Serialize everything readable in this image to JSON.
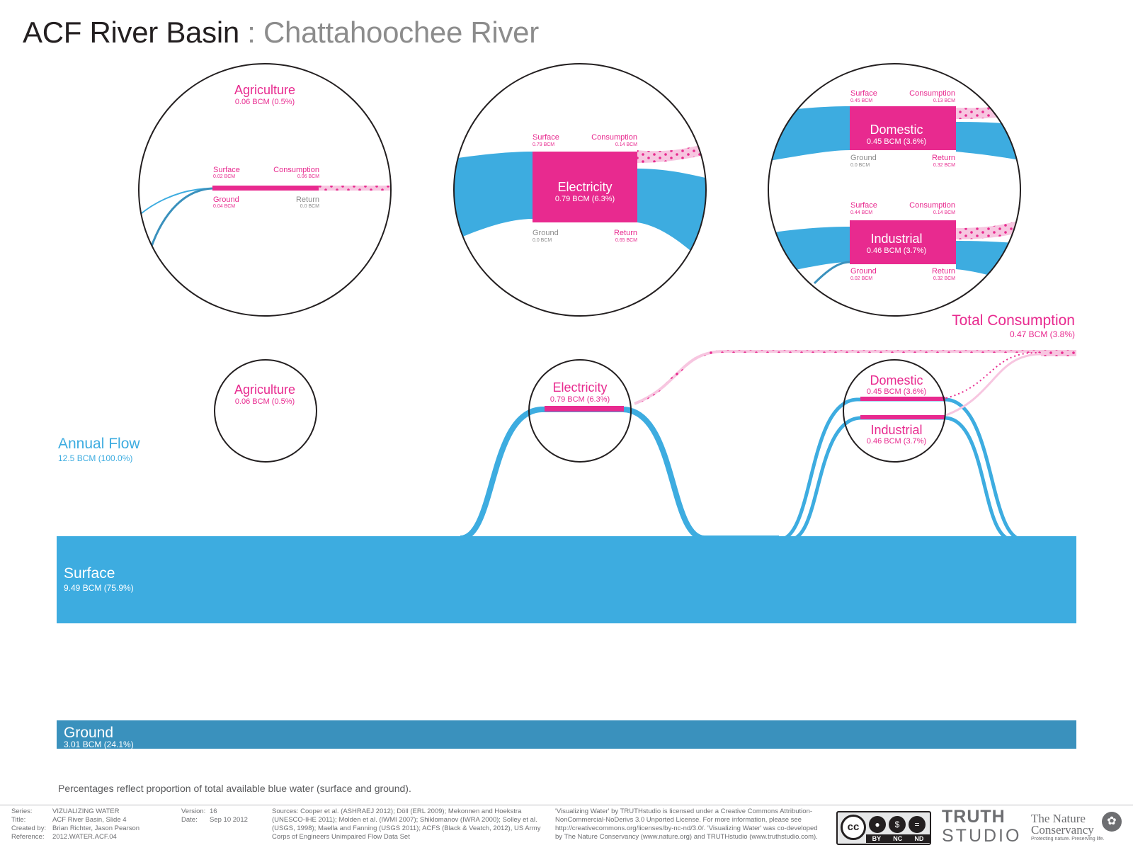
{
  "title": {
    "main": "ACF River Basin",
    "separator": " : ",
    "sub": "Chattahoochee River"
  },
  "colors": {
    "surface": "#3dace0",
    "ground": "#3a91bd",
    "use_pink": "#e82a8f",
    "light_pink": "#f7c6e0",
    "label_gray": "#8c8c8c",
    "circle_stroke": "#231f20"
  },
  "annual_flow": {
    "label": "Annual Flow",
    "value": "12.5 BCM (100.0%)"
  },
  "surface": {
    "label": "Surface",
    "value": "9.49 BCM (75.9%)"
  },
  "ground": {
    "label": "Ground",
    "value": "3.01 BCM (24.1%)"
  },
  "total_consumption": {
    "label": "Total Consumption",
    "value": "0.47 BCM (3.8%)"
  },
  "small_circles": {
    "agriculture": {
      "label": "Agriculture",
      "value": "0.06 BCM (0.5%)"
    },
    "electricity": {
      "label": "Electricity",
      "value": "0.79 BCM (6.3%)"
    },
    "domestic": {
      "label": "Domestic",
      "value": "0.45 BCM (3.6%)"
    },
    "industrial": {
      "label": "Industrial",
      "value": "0.46 BCM (3.7%)"
    }
  },
  "detail": {
    "agriculture": {
      "label": "Agriculture",
      "value": "0.06 BCM (0.5%)",
      "surface": {
        "label": "Surface",
        "value": "0.02 BCM"
      },
      "ground": {
        "label": "Ground",
        "value": "0.04 BCM"
      },
      "consumption": {
        "label": "Consumption",
        "value": "0.06 BCM"
      },
      "return": {
        "label": "Return",
        "value": "0.0 BCM"
      }
    },
    "electricity": {
      "label": "Electricity",
      "value": "0.79 BCM (6.3%)",
      "surface": {
        "label": "Surface",
        "value": "0.79 BCM"
      },
      "ground": {
        "label": "Ground",
        "value": "0.0 BCM"
      },
      "consumption": {
        "label": "Consumption",
        "value": "0.14 BCM"
      },
      "return": {
        "label": "Return",
        "value": "0.65 BCM"
      }
    },
    "domestic": {
      "label": "Domestic",
      "value": "0.45 BCM (3.6%)",
      "surface": {
        "label": "Surface",
        "value": "0.45 BCM"
      },
      "ground": {
        "label": "Ground",
        "value": "0.0 BCM"
      },
      "consumption": {
        "label": "Consumption",
        "value": "0.13 BCM"
      },
      "return": {
        "label": "Return",
        "value": "0.32 BCM"
      }
    },
    "industrial": {
      "label": "Industrial",
      "value": "0.46 BCM (3.7%)",
      "surface": {
        "label": "Surface",
        "value": "0.44 BCM"
      },
      "ground": {
        "label": "Ground",
        "value": "0.02 BCM"
      },
      "consumption": {
        "label": "Consumption",
        "value": "0.14 BCM"
      },
      "return": {
        "label": "Return",
        "value": "0.32 BCM"
      }
    }
  },
  "footnote": "Percentages reflect proportion of total available blue water (surface and ground).",
  "footer": {
    "series": {
      "label": "Series:",
      "value": "VIZUALIZING WATER"
    },
    "title": {
      "label": "Title:",
      "value": "ACF River Basin, Slide 4"
    },
    "created_by": {
      "label": "Created by:",
      "value": "Brian Richter, Jason Pearson"
    },
    "reference": {
      "label": "Reference:",
      "value": "2012.WATER.ACF.04"
    },
    "version": {
      "label": "Version:",
      "value": "16"
    },
    "date": {
      "label": "Date:",
      "value": "Sep 10 2012"
    },
    "sources": [
      "Sources: Cooper et al. (ASHRAEJ 2012); Döll (ERL 2009); Mekonnen and Hoekstra",
      "(UNESCO-IHE 2011); Molden et al. (IWMI 2007); Shiklomanov (IWRA 2000); Solley et al.",
      "(USGS, 1998); Maella and Fanning (USGS 2011); ACFS (Black & Veatch, 2012), US Army",
      "Corps of Engineers Unimpaired Flow Data Set"
    ],
    "license": [
      "'Visualizing Water' by TRUTHstudio is licensed under a Creative Commons Attribution-",
      "NonCommercial-NoDerivs 3.0 Unported License.  For more information, please see",
      "http://creativecommons.org/licenses/by-nc-nd/3.0/.  'Visualizing Water' was co-developed",
      "by The Nature Conservancy (www.nature.org) and TRUTHstudio (www.truthstudio.com)."
    ],
    "cc_badge": {
      "mark": "cc",
      "tags": [
        "BY",
        "NC",
        "ND"
      ],
      "icons": [
        "person-icon",
        "dollar-slash-icon",
        "equals-icon"
      ]
    },
    "truth_logo": {
      "line1": "TRUTH",
      "line2": "STUDIO"
    },
    "tnc_logo": {
      "line1": "The Nature",
      "line2": "Conservancy",
      "tagline": "Protecting nature. Preserving life."
    }
  }
}
